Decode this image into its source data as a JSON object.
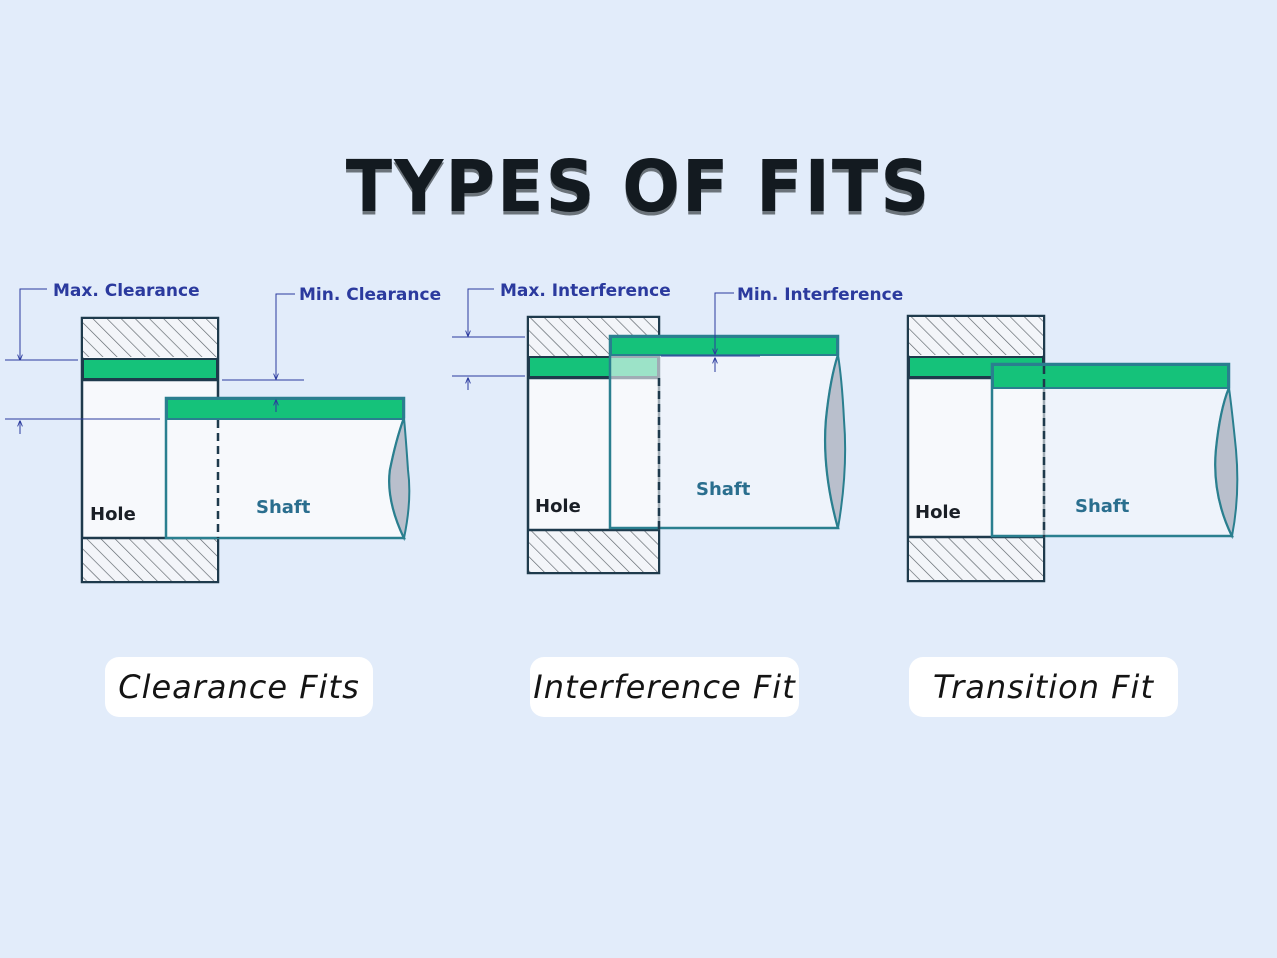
{
  "title": "TYPES OF FITS",
  "diagrams": [
    {
      "labels": {
        "top_left": "Max. Clearance",
        "top_right": "Min. Clearance",
        "hole": "Hole",
        "shaft": "Shaft"
      },
      "caption": "Clearance Fits"
    },
    {
      "labels": {
        "top_left": "Max. Interference",
        "top_right": "Min. Interference",
        "hole": "Hole",
        "shaft": "Shaft"
      },
      "caption": "Interference Fit"
    },
    {
      "labels": {
        "hole": "Hole",
        "shaft": "Shaft"
      },
      "caption": "Transition Fit"
    }
  ],
  "colors": {
    "background": "#e2ecfa",
    "tolerance_band": "#15c27a",
    "outline": "#1e3a4c",
    "shaft_outline": "#2a7f8f",
    "dimension_label": "#2b3a9e",
    "break_fill": "#b9bfcc"
  }
}
